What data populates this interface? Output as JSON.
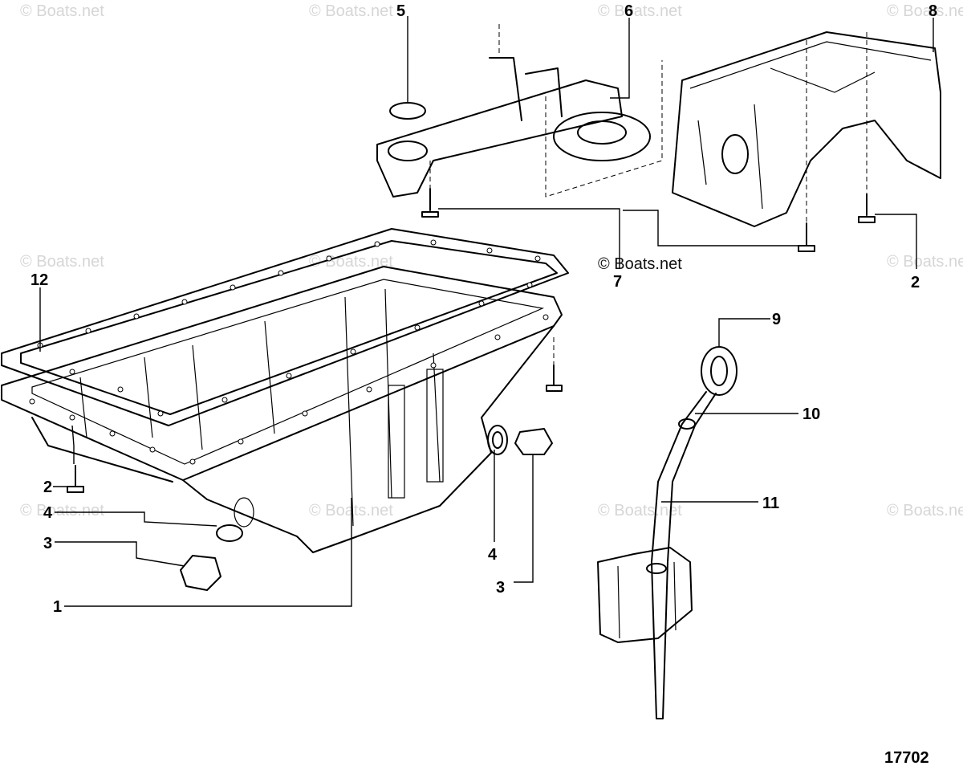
{
  "figure": {
    "number": "17702",
    "watermark": "© Boats.net"
  },
  "callouts": [
    {
      "id": "1",
      "label": "1"
    },
    {
      "id": "2a",
      "label": "2"
    },
    {
      "id": "2b",
      "label": "2"
    },
    {
      "id": "3a",
      "label": "3"
    },
    {
      "id": "3b",
      "label": "3"
    },
    {
      "id": "4a",
      "label": "4"
    },
    {
      "id": "4b",
      "label": "4"
    },
    {
      "id": "5",
      "label": "5"
    },
    {
      "id": "6",
      "label": "6"
    },
    {
      "id": "7",
      "label": "7"
    },
    {
      "id": "8",
      "label": "8"
    },
    {
      "id": "9",
      "label": "9"
    },
    {
      "id": "10",
      "label": "10"
    },
    {
      "id": "11",
      "label": "11"
    },
    {
      "id": "12",
      "label": "12"
    }
  ]
}
